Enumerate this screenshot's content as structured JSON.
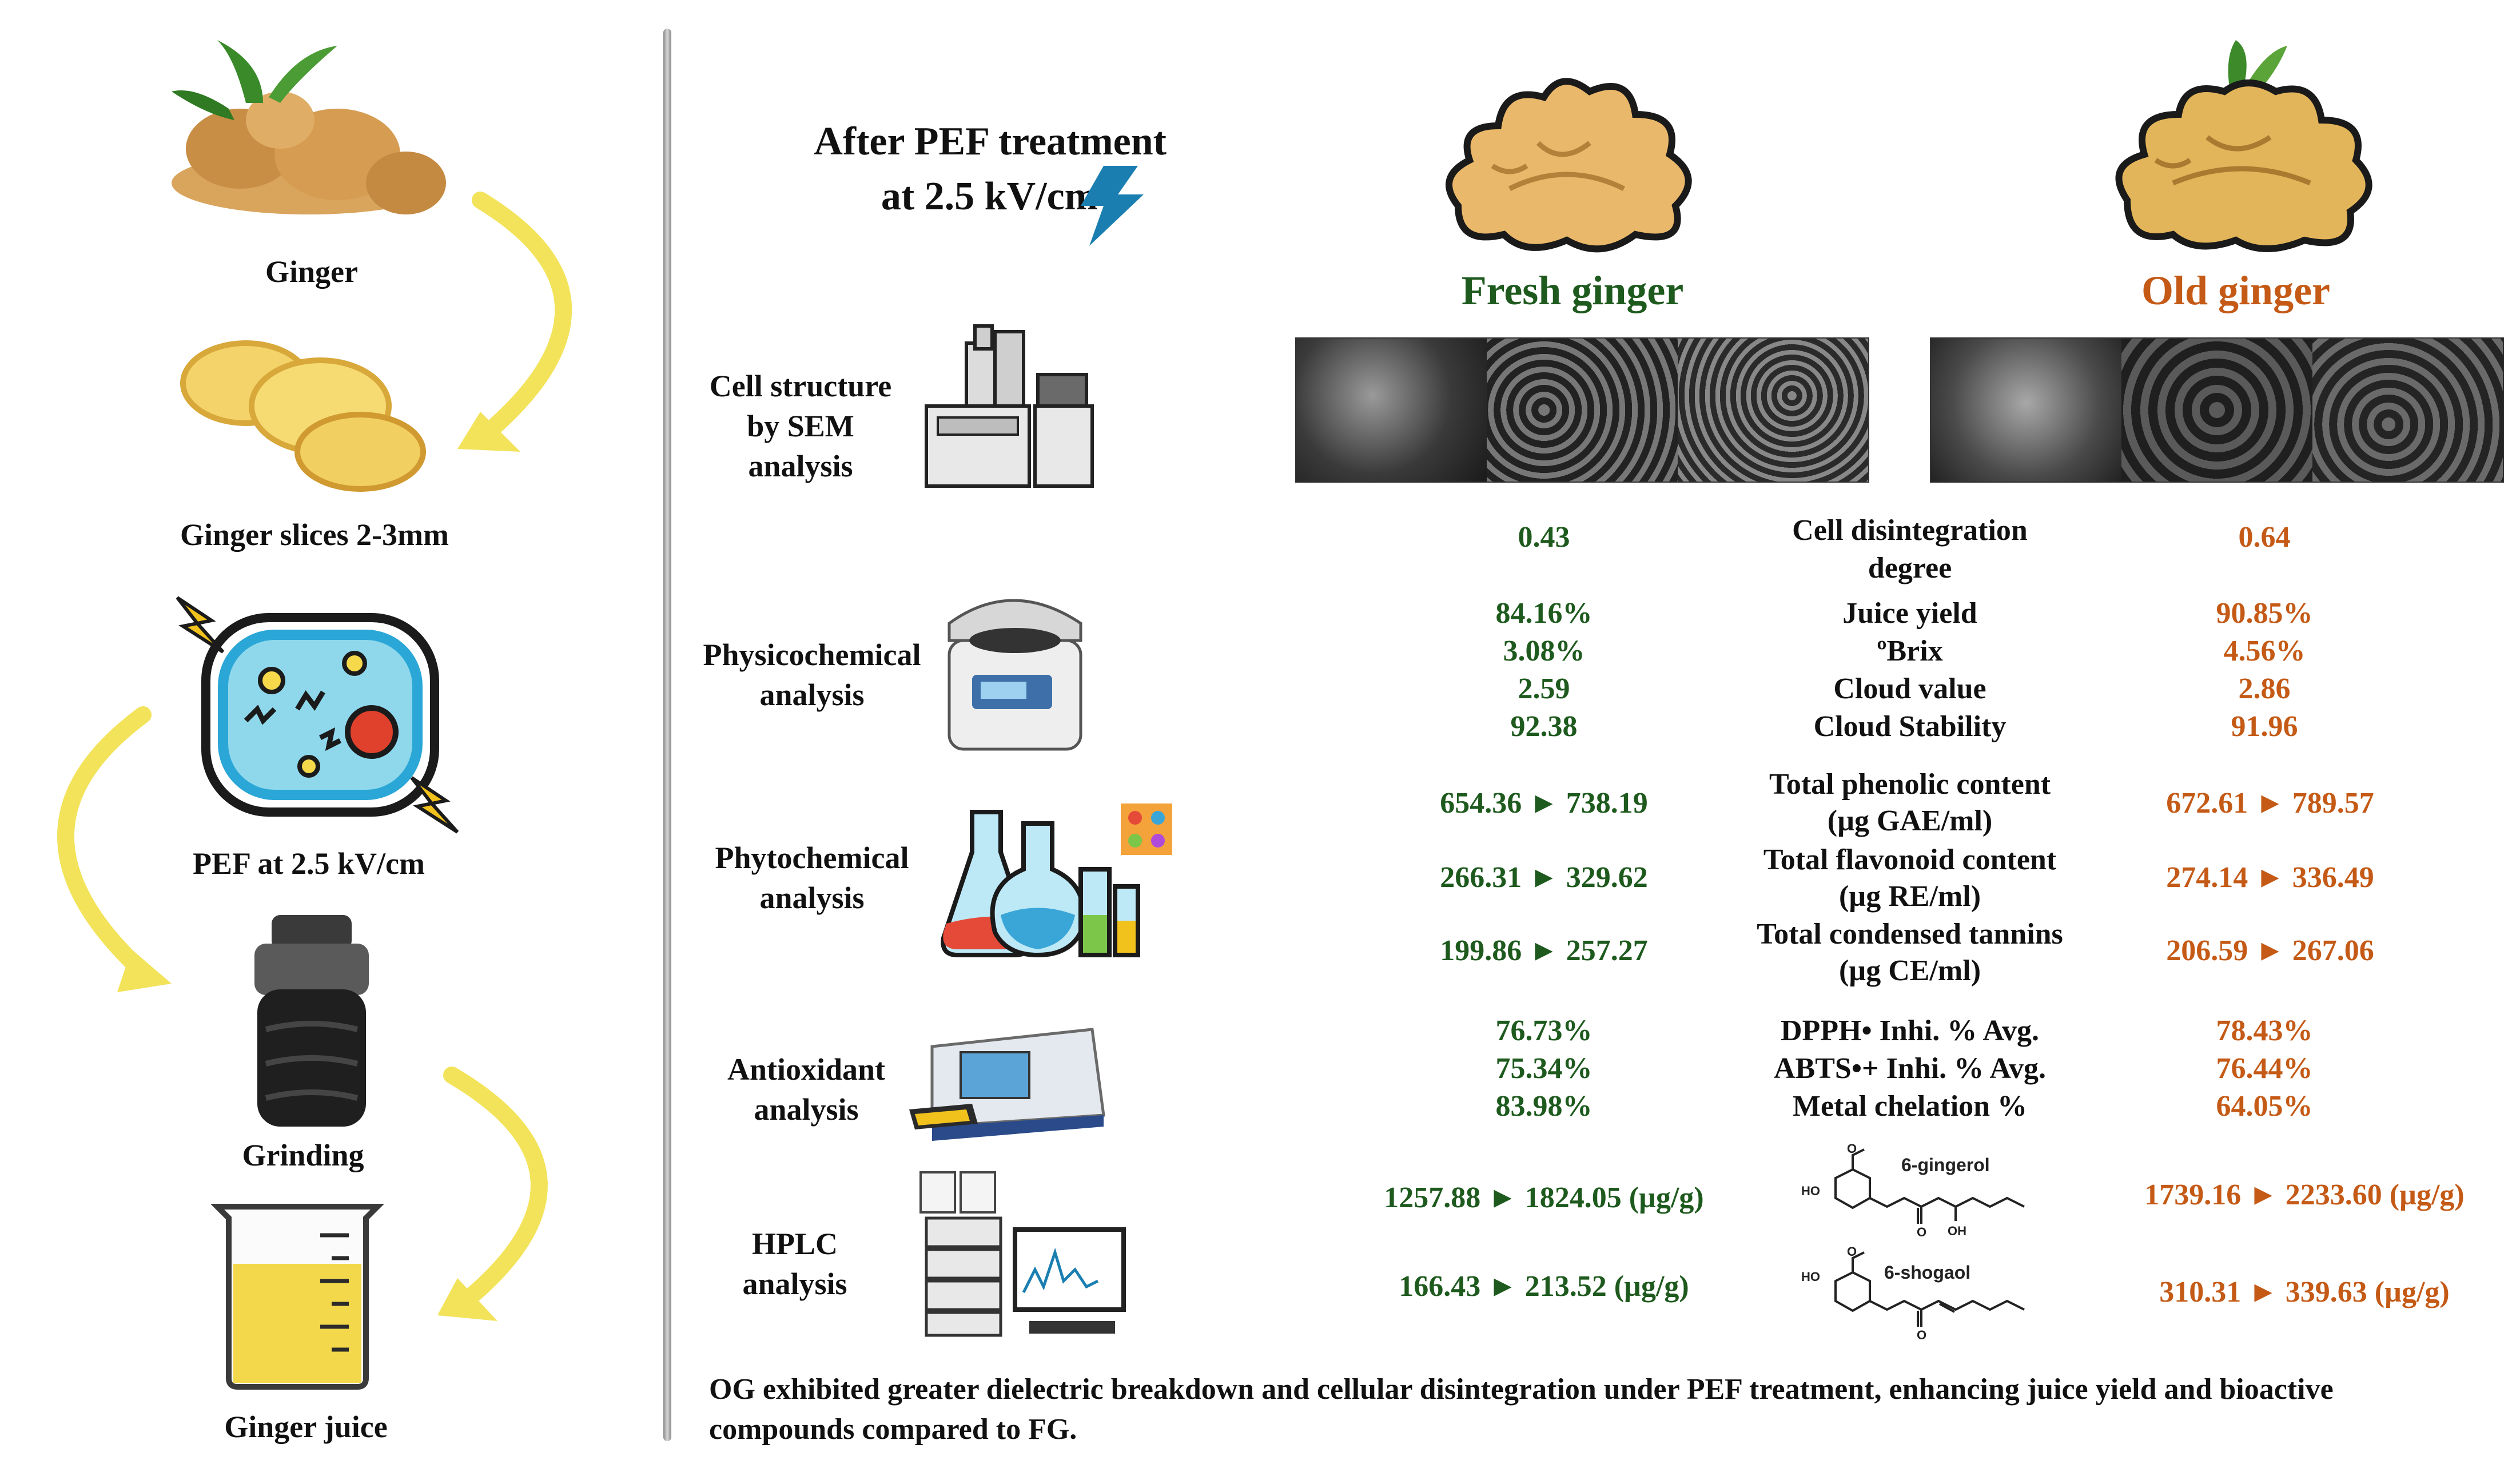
{
  "workflow": {
    "ginger": "Ginger",
    "slices": "Ginger slices 2-3mm",
    "pef": "PEF at 2.5 kV/cm",
    "grinding": "Grinding",
    "juice": "Ginger juice"
  },
  "header": {
    "line1": "After PEF treatment",
    "line2": "at 2.5 kV/cm",
    "fresh": "Fresh ginger",
    "old": "Old ginger"
  },
  "sections": {
    "sem": [
      "Cell structure",
      "by SEM",
      "analysis"
    ],
    "physico": [
      "Physicochemical",
      "analysis"
    ],
    "phyto": [
      "Phytochemical",
      "analysis"
    ],
    "antiox": [
      "Antioxidant",
      "analysis"
    ],
    "hplc": [
      "HPLC",
      "analysis"
    ]
  },
  "params": {
    "cdd": [
      "Cell disintegration",
      "degree"
    ],
    "juice_yield": "Juice yield",
    "brix": "ºBrix",
    "cloud_value": "Cloud value",
    "cloud_stability": "Cloud Stability",
    "tpc": [
      "Total phenolic content",
      "(µg GAE/ml)"
    ],
    "tfc": [
      "Total flavonoid content",
      "(µg RE/ml)"
    ],
    "tct": [
      "Total condensed tannins",
      "(µg CE/ml)"
    ],
    "dpph": "DPPH• Inhi. % Avg.",
    "abts": "ABTS•+ Inhi. % Avg.",
    "metal": "Metal chelation %",
    "gingerol": "6-gingerol",
    "shogaol": "6-shogaol"
  },
  "fresh": {
    "cdd": "0.43",
    "juice_yield": "84.16%",
    "brix": "3.08%",
    "cloud_value": "2.59",
    "cloud_stability": "92.38",
    "tpc": "654.36 ► 738.19",
    "tfc": "266.31 ► 329.62",
    "tct": "199.86 ► 257.27",
    "dpph": "76.73%",
    "abts": "75.34%",
    "metal": "83.98%",
    "gingerol": "1257.88 ► 1824.05 (µg/g)",
    "shogaol": "166.43 ► 213.52 (µg/g)"
  },
  "old": {
    "cdd": "0.64",
    "juice_yield": "90.85%",
    "brix": "4.56%",
    "cloud_value": "2.86",
    "cloud_stability": "91.96",
    "tpc": "672.61 ► 789.57",
    "tfc": "274.14 ► 336.49",
    "tct": "206.59 ► 267.06",
    "dpph": "78.43%",
    "abts": "76.44%",
    "metal": "64.05%",
    "gingerol": "1739.16 ► 2233.60 (µg/g)",
    "shogaol": "310.31 ► 339.63 (µg/g)"
  },
  "conclusion": {
    "line1": "OG exhibited greater dielectric breakdown and cellular disintegration under PEF treatment, enhancing juice yield and bioactive",
    "line2": "compounds compared to FG."
  },
  "colors": {
    "fresh": "#1e5a1e",
    "old": "#c45a16",
    "arrow": "#f2e35a"
  }
}
